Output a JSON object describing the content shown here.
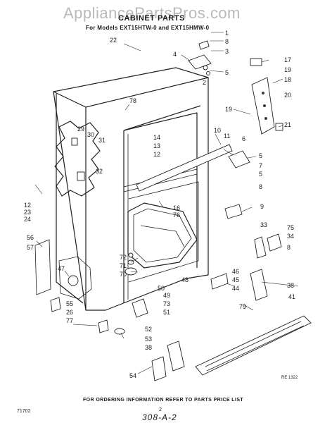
{
  "watermark": "AppliancePartsPros.com",
  "header": {
    "title": "CABINET PARTS",
    "subtitle": "For Models EXT15HTW-0 and EXT15HMW-0"
  },
  "footer": {
    "note": "FOR ORDERING INFORMATION REFER TO PARTS PRICE LIST",
    "pub_code": "71702",
    "page_number": "2",
    "part_code": "308-A-2",
    "ref_code": "RE 1322"
  },
  "callouts": [
    {
      "label": "1"
    },
    {
      "label": "8"
    },
    {
      "label": "3"
    },
    {
      "label": "4"
    },
    {
      "label": "5"
    },
    {
      "label": "2"
    },
    {
      "label": "22"
    },
    {
      "label": "17"
    },
    {
      "label": "19"
    },
    {
      "label": "18"
    },
    {
      "label": "20"
    },
    {
      "label": "19"
    },
    {
      "label": "21"
    },
    {
      "label": "78"
    },
    {
      "label": "29"
    },
    {
      "label": "30"
    },
    {
      "label": "31"
    },
    {
      "label": "32"
    },
    {
      "label": "14"
    },
    {
      "label": "13"
    },
    {
      "label": "12"
    },
    {
      "label": "10"
    },
    {
      "label": "11"
    },
    {
      "label": "6"
    },
    {
      "label": "5"
    },
    {
      "label": "7"
    },
    {
      "label": "5"
    },
    {
      "label": "8"
    },
    {
      "label": "12"
    },
    {
      "label": "23"
    },
    {
      "label": "24"
    },
    {
      "label": "16"
    },
    {
      "label": "76"
    },
    {
      "label": "9"
    },
    {
      "label": "56"
    },
    {
      "label": "57"
    },
    {
      "label": "33"
    },
    {
      "label": "75"
    },
    {
      "label": "34"
    },
    {
      "label": "8"
    },
    {
      "label": "72"
    },
    {
      "label": "71"
    },
    {
      "label": "70"
    },
    {
      "label": "47"
    },
    {
      "label": "46"
    },
    {
      "label": "45"
    },
    {
      "label": "44"
    },
    {
      "label": "48"
    },
    {
      "label": "49"
    },
    {
      "label": "50"
    },
    {
      "label": "73"
    },
    {
      "label": "51"
    },
    {
      "label": "38"
    },
    {
      "label": "41"
    },
    {
      "label": "55"
    },
    {
      "label": "26"
    },
    {
      "label": "77"
    },
    {
      "label": "52"
    },
    {
      "label": "53"
    },
    {
      "label": "79"
    },
    {
      "label": "38"
    },
    {
      "label": "54"
    }
  ]
}
